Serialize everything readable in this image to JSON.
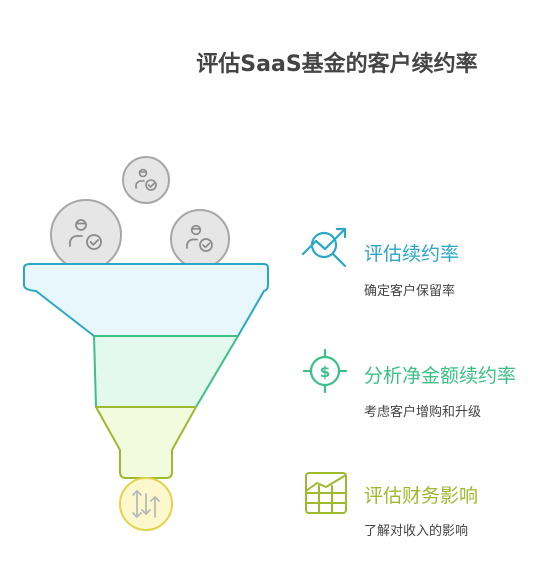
{
  "title": "评估SaaS基金的客户续约率",
  "colors": {
    "blue": "#2aa7c6",
    "green": "#3cc086",
    "lime": "#9cba2e",
    "yellow": "#e2d34a",
    "gray": "#a7a7a7"
  },
  "items": [
    {
      "title": "评估续约率",
      "desc": "确定客户保留率",
      "icon": "chart-magnifier-icon"
    },
    {
      "title": "分析净金额续约率",
      "desc": "考虑客户增购和升级",
      "icon": "dollar-target-icon"
    },
    {
      "title": "评估财务影响",
      "desc": "了解对收入的影响",
      "icon": "financial-chart-icon"
    }
  ]
}
